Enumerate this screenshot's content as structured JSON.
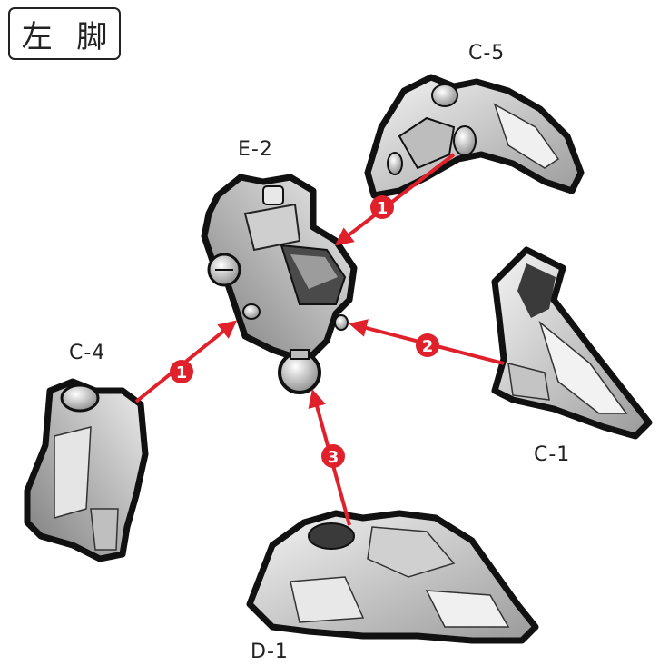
{
  "title": "左 脚",
  "parts": {
    "e2": "E-2",
    "c5": "C-5",
    "c4": "C-4",
    "c1": "C-1",
    "d1": "D-1"
  },
  "steps": {
    "s1": "1",
    "s2": "2",
    "s3": "3"
  },
  "colors": {
    "arrow": "#e0202a",
    "outline": "#111111",
    "part_fill": "#d9d9d9"
  }
}
